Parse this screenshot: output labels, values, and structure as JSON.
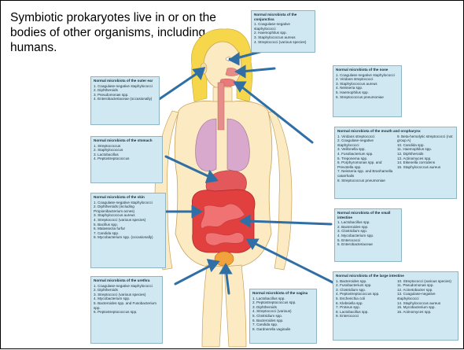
{
  "caption": "Symbiotic prokaryotes live in or on the bodies of other organisms, including humans.",
  "boxes": {
    "conjunctiva": {
      "title": "Normal microbiota of the conjunctiva",
      "items": [
        "1. Coagulase-negative staphylococci",
        "2. Haemophilus spp.",
        "3. Staphylococcus aureus",
        "4. Streptococci (various species)"
      ]
    },
    "nose": {
      "title": "Normal microbiota of the nose",
      "items": [
        "1. Coagulase-negative staphylococci",
        "2. Viridans streptococci",
        "3. Staphylococcus aureus",
        "4. Neisseria spp.",
        "5. Haemophilus spp.",
        "6. Streptococcus pneumoniae"
      ]
    },
    "outer_ear": {
      "title": "Normal microbiota of the outer ear",
      "items": [
        "1. Coagulase-negative staphylococci",
        "2. Diphtheroids",
        "3. Pseudomonas spp.",
        "4. Enterobacteriaceae (occasionally)"
      ]
    },
    "mouth": {
      "title": "Normal microbiota of the mouth and oropharynx",
      "col1": [
        "1. Viridans streptococci",
        "2. Coagulase-negative staphylococci",
        "3. Veillonella spp.",
        "4. Fusobacterium spp.",
        "5. Treponema spp.",
        "6. Porphyromonas spp. and Prevotella spp.",
        "7. Neisseria spp. and Branhamella catarrhalis",
        "8. Streptococcus pneumoniae"
      ],
      "col2": [
        "9. Beta-hemolytic streptococci (not group A)",
        "10. Candida spp.",
        "11. Haemophilus spp.",
        "12. Diphtheroids",
        "13. Actinomyces spp.",
        "14. Eikenella corrodens",
        "15. Staphylococcus aureus"
      ]
    },
    "stomach": {
      "title": "Normal microbiota of the stomach",
      "items": [
        "1. Streptococcus",
        "2. Staphylococcus",
        "3. Lactobacillus",
        "4. Peptostreptococcus"
      ]
    },
    "skin": {
      "title": "Normal microbiota of the skin",
      "items": [
        "1. Coagulase-negative staphylococci",
        "2. Diphtheroids (including Propionibacterium acnes)",
        "3. Staphylococcus aureus",
        "4. Streptococci (various species)",
        "5. Bacillus spp.",
        "6. Malassezia furfur",
        "7. Candida spp.",
        "8. Mycobacterium spp. (occasionally)"
      ]
    },
    "small_intestine": {
      "title": "Normal microbiota of the small intestine",
      "items": [
        "1. Lactobacillus spp.",
        "2. Bacteroides spp.",
        "3. Clostridium spp.",
        "4. Mycobacterium spp.",
        "5. Enterococci",
        "6. Enterobacteriaceae"
      ]
    },
    "large_intestine": {
      "title": "Normal microbiota of the large intestine",
      "col1": [
        "1. Bacteroides spp.",
        "2. Fusobacterium spp.",
        "3. Clostridium spp.",
        "4. Peptostreptococcus spp.",
        "5. Escherichia coli",
        "6. Klebsiella spp.",
        "7. Proteus spp.",
        "8. Lactobacillus spp.",
        "9. Enterococci"
      ],
      "col2": [
        "10. Streptococci (various species)",
        "11. Pseudomonas spp.",
        "12. Acinetobacter spp.",
        "13. Coagulase-negative staphylococci",
        "14. Staphylococcus aureus",
        "15. Mycobacterium spp.",
        "16. Actinomyces spp."
      ]
    },
    "urethra": {
      "title": "Normal microbiota of the urethra",
      "items": [
        "1. Coagulase-negative staphylococci",
        "2. Diphtheroids",
        "3. Streptococci (various species)",
        "4. Mycobacterium spp.",
        "5. Bacteroides spp. and Fusobacterium spp.",
        "6. Peptostreptococcus spp."
      ]
    },
    "vagina": {
      "title": "Normal microbiota of the vagina",
      "items": [
        "1. Lactobacillus spp.",
        "2. Peptostreptococcus spp.",
        "3. Diphtheroids",
        "4. Streptococci (various)",
        "5. Clostridium spp.",
        "6. Bacteroides spp.",
        "7. Candida spp.",
        "8. Gardnerella vaginalis"
      ]
    }
  }
}
